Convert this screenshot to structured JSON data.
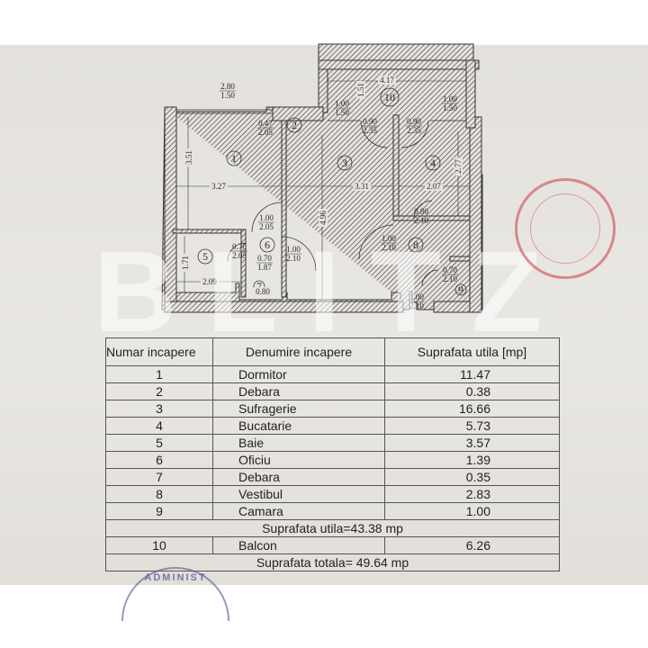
{
  "plan": {
    "room_numbers": [
      "1",
      "2",
      "3",
      "4",
      "5",
      "6",
      "7",
      "8",
      "9",
      "10"
    ],
    "openings": [
      {
        "top": "2.80",
        "bottom": "1.50"
      },
      {
        "top": "1.00",
        "bottom": "1.50"
      },
      {
        "top": "1.00",
        "bottom": "1.50"
      },
      {
        "top": "0.47",
        "bottom": "2.05"
      },
      {
        "top": "0.90",
        "bottom": "2.35"
      },
      {
        "top": "0.90",
        "bottom": "2.35"
      },
      {
        "top": "1.00",
        "bottom": "2.05"
      },
      {
        "top": "0.80",
        "bottom": "2.10"
      },
      {
        "top": "0.70",
        "bottom": "2.05"
      },
      {
        "top": "0.70",
        "bottom": "1.87"
      },
      {
        "top": "1.00",
        "bottom": "2.10"
      },
      {
        "top": "1.00",
        "bottom": "2.10"
      },
      {
        "top": "0.70",
        "bottom": "2.10"
      },
      {
        "top": "1.00",
        "bottom": "2.10"
      }
    ],
    "dimensions": [
      "4.17",
      "1.51",
      "3.51",
      "2.77",
      "3.27",
      "3.31",
      "2.07",
      "4.96",
      "1.71",
      "2.09",
      "0.80"
    ]
  },
  "watermark": "BLITZ",
  "table": {
    "headers": [
      "Numar incapere",
      "Denumire incapere",
      "Suprafata utila [mp]"
    ],
    "rows": [
      {
        "nr": "1",
        "name": "Dormitor",
        "area": "11.47"
      },
      {
        "nr": "2",
        "name": "Debara",
        "area": "0.38"
      },
      {
        "nr": "3",
        "name": "Sufragerie",
        "area": "16.66"
      },
      {
        "nr": "4",
        "name": "Bucatarie",
        "area": "5.73"
      },
      {
        "nr": "5",
        "name": "Baie",
        "area": "3.57"
      },
      {
        "nr": "6",
        "name": "Oficiu",
        "area": "1.39"
      },
      {
        "nr": "7",
        "name": "Debara",
        "area": "0.35"
      },
      {
        "nr": "8",
        "name": "Vestibul",
        "area": "2.83"
      },
      {
        "nr": "9",
        "name": "Camara",
        "area": "1.00"
      }
    ],
    "subtotal": "Suprafata utila=43.38 mp",
    "balcony": {
      "nr": "10",
      "name": "Balcon",
      "area": "6.26"
    },
    "total": "Suprafata totala= 49.64 mp"
  },
  "stamps": {
    "blue_stamp_text": "ADMINIST"
  },
  "colors": {
    "paper": "#e6e3de",
    "ink": "#2a2a2a",
    "stamp_red": "#c83c46",
    "stamp_blue": "#5a5096"
  }
}
